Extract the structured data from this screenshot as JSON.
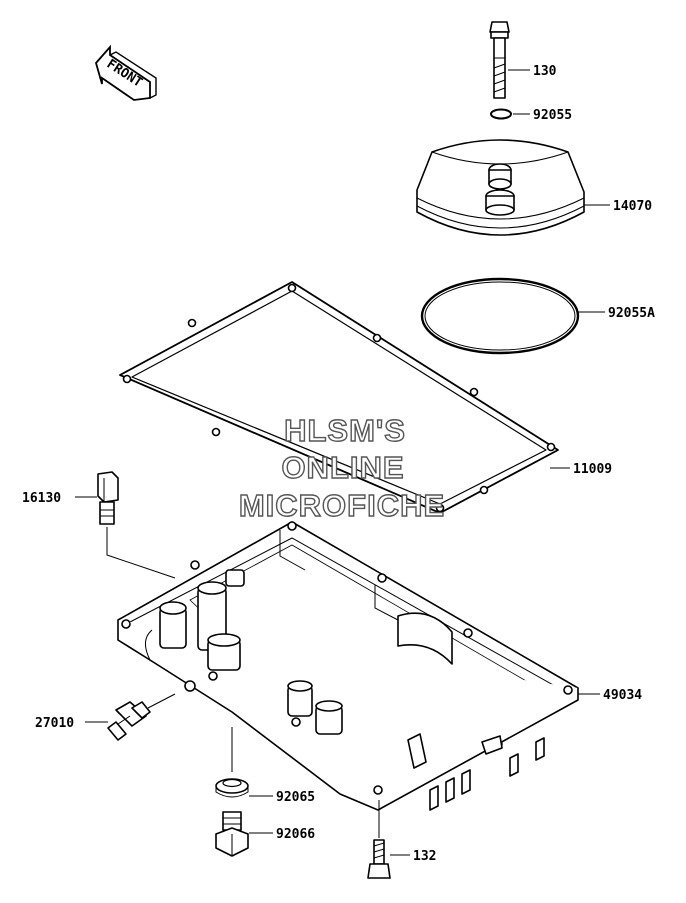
{
  "direction_tag": "FRONT",
  "watermark": {
    "line1": "HLSM'S",
    "line2": "ONLINE",
    "line3": "MICROFICHE"
  },
  "callouts": {
    "bolt_top": "130",
    "oring_small": "92055",
    "oil_cooler_cover": "14070",
    "oring_large": "92055A",
    "gasket": "11009",
    "fitting": "16130",
    "oil_pan": "49034",
    "switch": "27010",
    "washer": "92065",
    "drain_plug": "92066",
    "bolt_bottom": "132"
  }
}
